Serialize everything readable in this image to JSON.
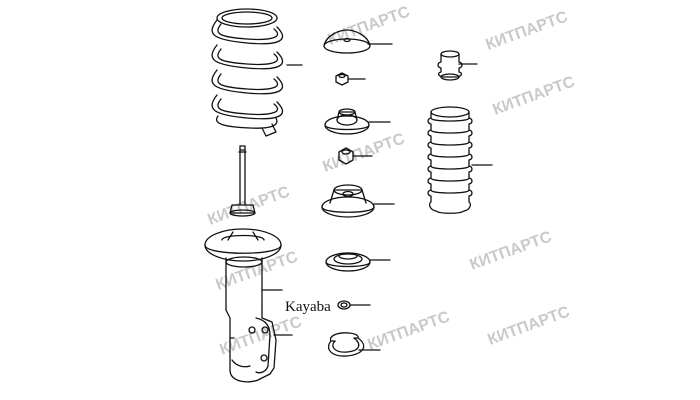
{
  "watermark": {
    "text": "КИТПАРТС"
  },
  "labels": {
    "brand": "Kayaba"
  },
  "colors": {
    "line": "#111111",
    "watermark": "#c9c9c9",
    "background": "#ffffff"
  },
  "parts": [
    {
      "id": "coil-spring",
      "icon": "coil-spring-icon"
    },
    {
      "id": "upper-mount-cap",
      "icon": "mount-cap-icon"
    },
    {
      "id": "nut-small",
      "icon": "nut-icon"
    },
    {
      "id": "bump-stop",
      "icon": "bump-stop-icon"
    },
    {
      "id": "upper-seat",
      "icon": "spring-seat-icon"
    },
    {
      "id": "nut-flanged",
      "icon": "nut-icon"
    },
    {
      "id": "dust-boot",
      "icon": "dust-boot-icon"
    },
    {
      "id": "strut-mount",
      "icon": "strut-mount-icon"
    },
    {
      "id": "bearing",
      "icon": "bearing-icon"
    },
    {
      "id": "washer",
      "icon": "washer-icon"
    },
    {
      "id": "lower-insulator",
      "icon": "insulator-icon"
    },
    {
      "id": "shock-absorber",
      "icon": "shock-absorber-icon"
    }
  ]
}
